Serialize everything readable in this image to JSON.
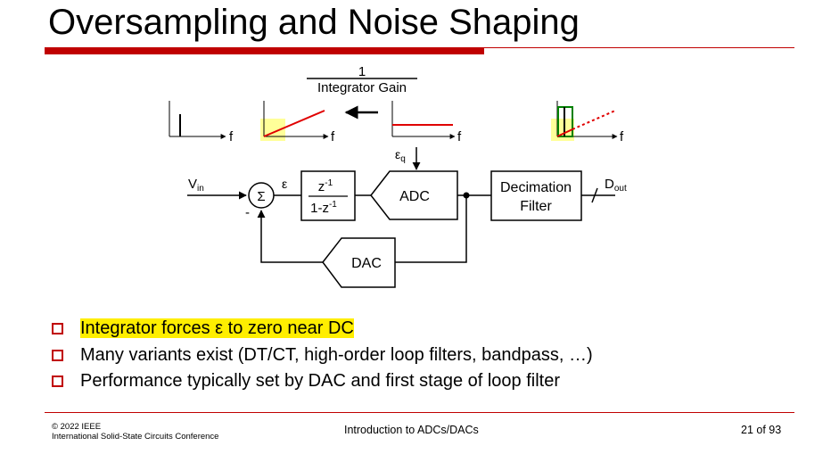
{
  "slide": {
    "title": "Oversampling and Noise Shaping"
  },
  "diagram": {
    "gain_numerator": "1",
    "gain_denominator": "Integrator Gain",
    "freq_label": "f",
    "vin_main": "V",
    "vin_sub": "in",
    "sum_symbol": "Σ",
    "minus_sign": "-",
    "epsilon": "ε",
    "eq_main": "ε",
    "eq_sub": "q",
    "tf_num": "z",
    "tf_num_exp": "-1",
    "tf_den": "1-z",
    "tf_den_exp": "-1",
    "adc_label": "ADC",
    "dac_label": "DAC",
    "decimation_line1": "Decimation",
    "decimation_line2": "Filter",
    "dout_main": "D",
    "dout_sub": "out"
  },
  "bullets": [
    "Integrator forces ε to zero near DC",
    "Many variants exist (DT/CT, high-order loop filters, bandpass, …)",
    "Performance typically set by DAC and first stage of loop filter"
  ],
  "footer": {
    "copyright": "© 2022 IEEE",
    "conference": "International Solid-State Circuits Conference",
    "center": "Introduction to ADCs/DACs",
    "page": "21 of 93"
  },
  "colors": {
    "accent_red": "#c00000",
    "highlight_yellow": "#ffee00",
    "plot_red": "#e00000",
    "plot_green": "#008000",
    "plot_highlight": "#ffff99"
  }
}
